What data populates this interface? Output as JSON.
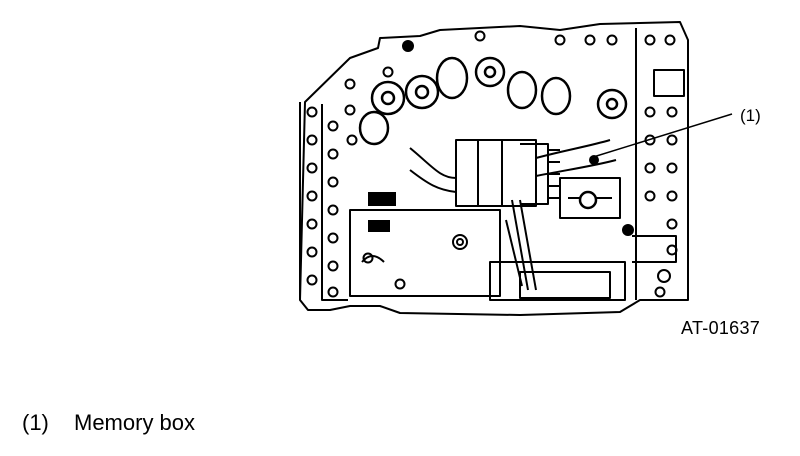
{
  "figure": {
    "callout_label": "(1)",
    "figure_code": "AT-01637"
  },
  "legend": {
    "items": [
      {
        "number": "(1)",
        "label": "Memory box"
      }
    ]
  }
}
